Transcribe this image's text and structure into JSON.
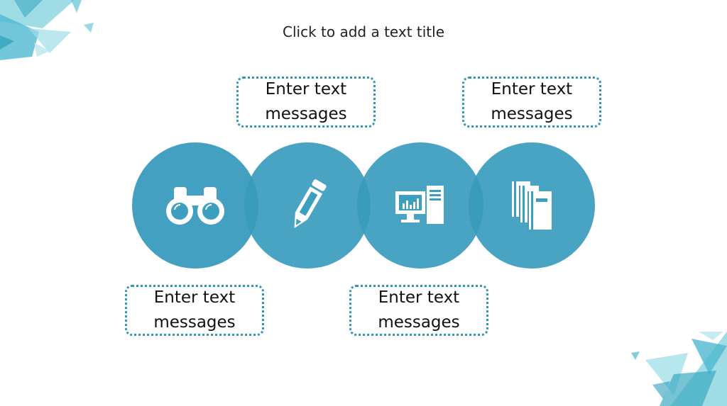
{
  "slide": {
    "title": "Click to add a text title",
    "accent_color": "#3d9fc0",
    "text_boxes": [
      {
        "id": "top-left",
        "text": "Enter text messages"
      },
      {
        "id": "top-right",
        "text": "Enter text messages"
      },
      {
        "id": "bottom-left",
        "text": "Enter text messages"
      },
      {
        "id": "bottom-right",
        "text": "Enter text messages"
      }
    ],
    "circles": [
      {
        "icon": "binoculars-icon"
      },
      {
        "icon": "pencil-icon"
      },
      {
        "icon": "computer-icon"
      },
      {
        "icon": "books-icon"
      }
    ]
  }
}
